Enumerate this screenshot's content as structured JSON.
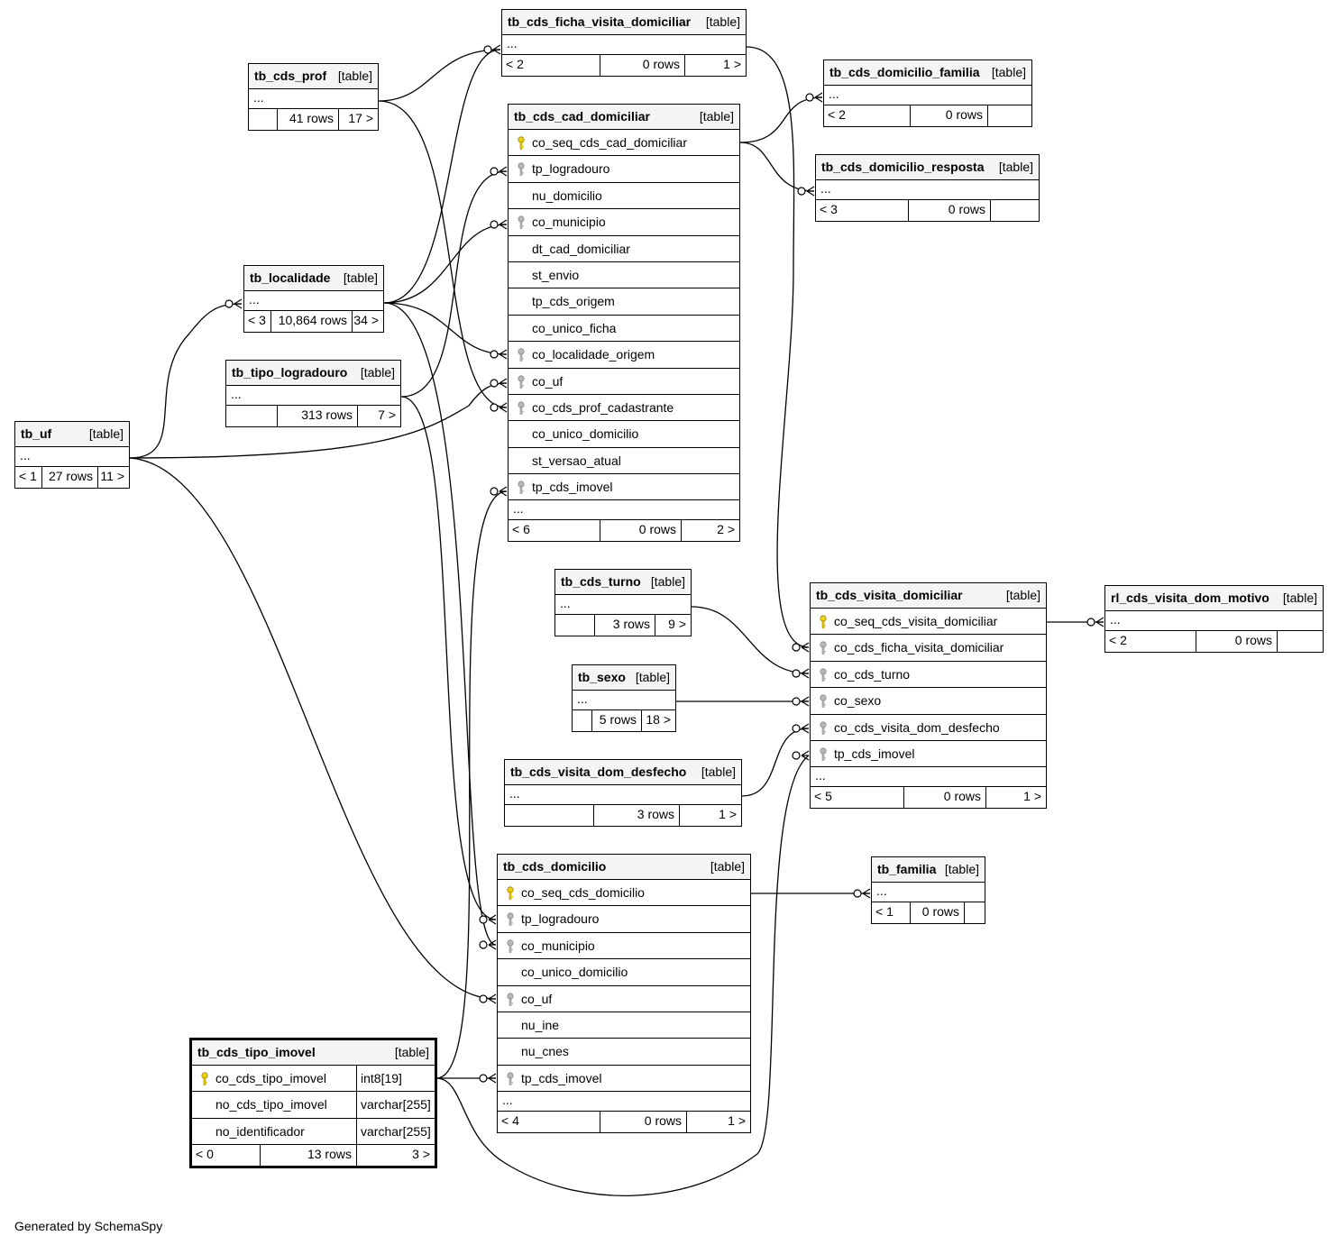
{
  "footer_text": "Generated by SchemaSpy",
  "tables": {
    "tb_cds_ficha_visita_domiciliar": {
      "name": "tb_cds_ficha_visita_domiciliar",
      "type": "[table]",
      "ellipsis": "...",
      "parents": "< 2",
      "rows": "0 rows",
      "children": "1 >"
    },
    "tb_cds_prof": {
      "name": "tb_cds_prof",
      "type": "[table]",
      "ellipsis": "...",
      "parents": "",
      "rows": "41 rows",
      "children": "17 >"
    },
    "tb_cds_cad_domiciliar": {
      "name": "tb_cds_cad_domiciliar",
      "type": "[table]",
      "ellipsis": "...",
      "parents": "< 6",
      "rows": "0 rows",
      "children": "2 >",
      "columns": [
        {
          "name": "co_seq_cds_cad_domiciliar",
          "key": "pk"
        },
        {
          "name": "tp_logradouro",
          "key": "fk"
        },
        {
          "name": "nu_domicilio",
          "key": ""
        },
        {
          "name": "co_municipio",
          "key": "fk"
        },
        {
          "name": "dt_cad_domiciliar",
          "key": ""
        },
        {
          "name": "st_envio",
          "key": ""
        },
        {
          "name": "tp_cds_origem",
          "key": ""
        },
        {
          "name": "co_unico_ficha",
          "key": ""
        },
        {
          "name": "co_localidade_origem",
          "key": "fk"
        },
        {
          "name": "co_uf",
          "key": "fk"
        },
        {
          "name": "co_cds_prof_cadastrante",
          "key": "fk"
        },
        {
          "name": "co_unico_domicilio",
          "key": ""
        },
        {
          "name": "st_versao_atual",
          "key": ""
        },
        {
          "name": "tp_cds_imovel",
          "key": "fk"
        }
      ]
    },
    "tb_cds_domicilio_familia": {
      "name": "tb_cds_domicilio_familia",
      "type": "[table]",
      "ellipsis": "...",
      "parents": "< 2",
      "rows": "0 rows",
      "children": ""
    },
    "tb_cds_domicilio_resposta": {
      "name": "tb_cds_domicilio_resposta",
      "type": "[table]",
      "ellipsis": "...",
      "parents": "< 3",
      "rows": "0 rows",
      "children": ""
    },
    "tb_localidade": {
      "name": "tb_localidade",
      "type": "[table]",
      "ellipsis": "...",
      "parents": "< 3",
      "rows": "10,864 rows",
      "children": "34 >"
    },
    "tb_tipo_logradouro": {
      "name": "tb_tipo_logradouro",
      "type": "[table]",
      "ellipsis": "...",
      "parents": "",
      "rows": "313 rows",
      "children": "7 >"
    },
    "tb_uf": {
      "name": "tb_uf",
      "type": "[table]",
      "ellipsis": "...",
      "parents": "< 1",
      "rows": "27 rows",
      "children": "11 >"
    },
    "tb_cds_turno": {
      "name": "tb_cds_turno",
      "type": "[table]",
      "ellipsis": "...",
      "parents": "",
      "rows": "3 rows",
      "children": "9 >"
    },
    "tb_sexo": {
      "name": "tb_sexo",
      "type": "[table]",
      "ellipsis": "...",
      "parents": "",
      "rows": "5 rows",
      "children": "18 >"
    },
    "tb_cds_visita_dom_desfecho": {
      "name": "tb_cds_visita_dom_desfecho",
      "type": "[table]",
      "ellipsis": "...",
      "parents": "",
      "rows": "3 rows",
      "children": "1 >"
    },
    "tb_cds_visita_domiciliar": {
      "name": "tb_cds_visita_domiciliar",
      "type": "[table]",
      "ellipsis": "...",
      "parents": "< 5",
      "rows": "0 rows",
      "children": "1 >",
      "columns": [
        {
          "name": "co_seq_cds_visita_domiciliar",
          "key": "pk"
        },
        {
          "name": "co_cds_ficha_visita_domiciliar",
          "key": "fk"
        },
        {
          "name": "co_cds_turno",
          "key": "fk"
        },
        {
          "name": "co_sexo",
          "key": "fk"
        },
        {
          "name": "co_cds_visita_dom_desfecho",
          "key": "fk"
        },
        {
          "name": "tp_cds_imovel",
          "key": "fk"
        }
      ]
    },
    "rl_cds_visita_dom_motivo": {
      "name": "rl_cds_visita_dom_motivo",
      "type": "[table]",
      "ellipsis": "...",
      "parents": "< 2",
      "rows": "0 rows",
      "children": ""
    },
    "tb_cds_domicilio": {
      "name": "tb_cds_domicilio",
      "type": "[table]",
      "ellipsis": "...",
      "parents": "< 4",
      "rows": "0 rows",
      "children": "1 >",
      "columns": [
        {
          "name": "co_seq_cds_domicilio",
          "key": "pk"
        },
        {
          "name": "tp_logradouro",
          "key": "fk"
        },
        {
          "name": "co_municipio",
          "key": "fk"
        },
        {
          "name": "co_unico_domicilio",
          "key": ""
        },
        {
          "name": "co_uf",
          "key": "fk"
        },
        {
          "name": "nu_ine",
          "key": ""
        },
        {
          "name": "nu_cnes",
          "key": ""
        },
        {
          "name": "tp_cds_imovel",
          "key": "fk"
        }
      ]
    },
    "tb_familia": {
      "name": "tb_familia",
      "type": "[table]",
      "ellipsis": "...",
      "parents": "< 1",
      "rows": "0 rows",
      "children": ""
    },
    "tb_cds_tipo_imovel": {
      "name": "tb_cds_tipo_imovel",
      "type": "[table]",
      "parents": "< 0",
      "rows": "13 rows",
      "children": "3 >",
      "columns": [
        {
          "name": "co_cds_tipo_imovel",
          "key": "pk",
          "datatype": "int8[19]"
        },
        {
          "name": "no_cds_tipo_imovel",
          "key": "",
          "datatype": "varchar[255]"
        },
        {
          "name": "no_identificador",
          "key": "",
          "datatype": "varchar[255]"
        }
      ]
    }
  }
}
